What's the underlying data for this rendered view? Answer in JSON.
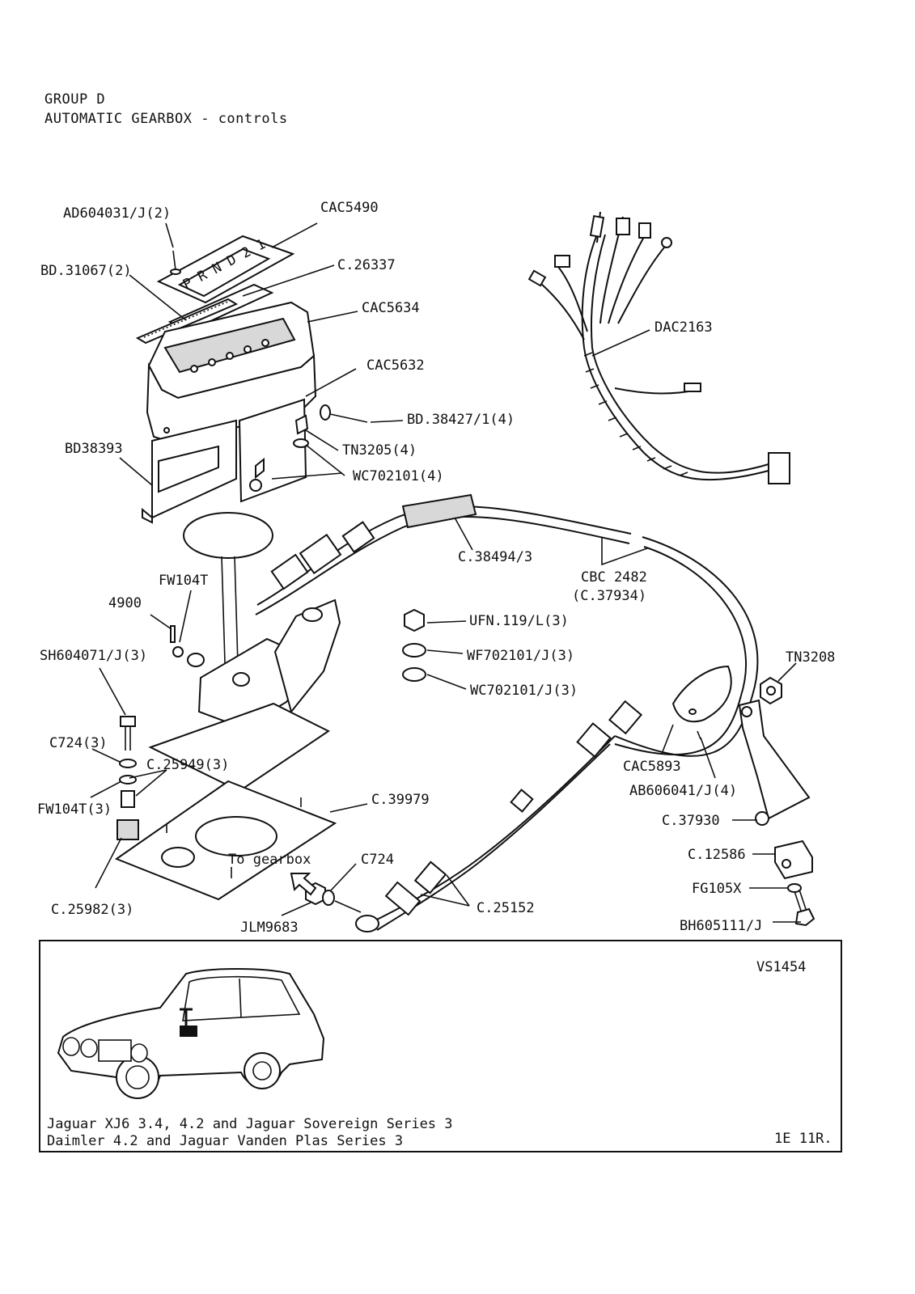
{
  "header": {
    "group": "GROUP D",
    "title": "AUTOMATIC GEARBOX - controls"
  },
  "labels": {
    "AD604031": "AD604031/J(2)",
    "CAC5490": "CAC5490",
    "BD31067": "BD.31067(2)",
    "C26337": "C.26337",
    "CAC5634": "CAC5634",
    "CAC5632": "CAC5632",
    "DAC2163": "DAC2163",
    "BD38427": "BD.38427/1(4)",
    "BD38393": "BD38393",
    "TN3205": "TN3205(4)",
    "WC702101_4": "WC702101(4)",
    "C38494": "C.38494/3",
    "CBC2482": "CBC 2482",
    "C37934": "(C.37934)",
    "FW104T": "FW104T",
    "n4900": "4900",
    "UFN119": "UFN.119/L(3)",
    "SH604071": "SH604071/J(3)",
    "WF702101": "WF702101/J(3)",
    "TN3208": "TN3208",
    "WC702101_J3": "WC702101/J(3)",
    "C724_3": "C724(3)",
    "C25949": "C.25949(3)",
    "CAC5893": "CAC5893",
    "AB606041": "AB606041/J(4)",
    "FW104T_3": "FW104T(3)",
    "C39979": "C.39979",
    "C37930": "C.37930",
    "C12586": "C.12586",
    "to_gearbox": "To gearbox",
    "C724": "C724",
    "FG105X": "FG105X",
    "C25982": "C.25982(3)",
    "C25152": "C.25152",
    "JLM9683": "JLM9683",
    "BH605111": "BH605111/J",
    "shift_letters": "P R N D 2 1"
  },
  "footer": {
    "code": "VS1454",
    "models_line1": "Jaguar XJ6 3.4, 4.2 and Jaguar Sovereign Series 3",
    "models_line2": "Daimler 4.2 and Jaguar Vanden Plas Series 3",
    "page_ref": "1E 11R."
  }
}
